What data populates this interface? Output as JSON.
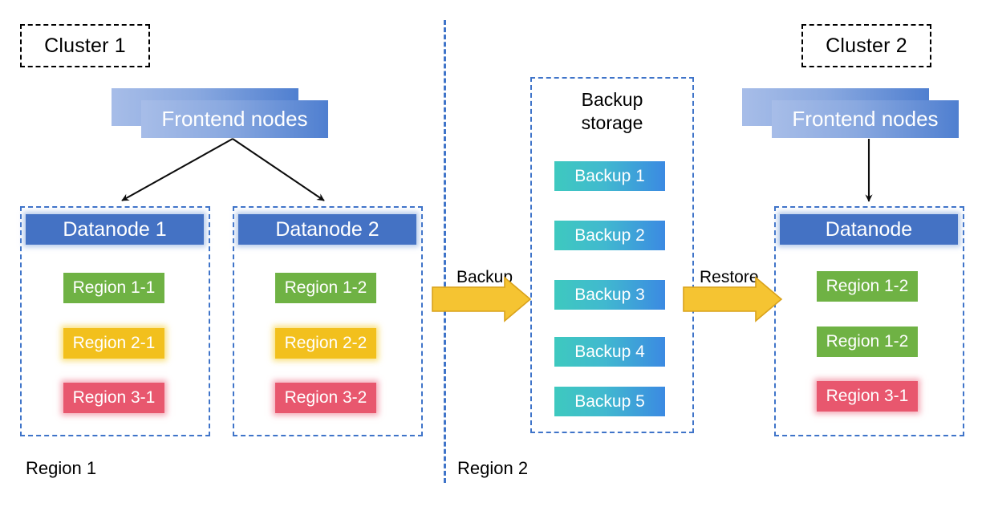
{
  "diagram": {
    "title_left": "Cluster 1",
    "title_right": "Cluster 2",
    "region_label_left": "Region 1",
    "region_label_right": "Region 2",
    "backup_storage_title": "Backup\nstorage",
    "flow_backup_label": "Backup",
    "flow_restore_label": "Restore"
  },
  "cluster1": {
    "frontend_label": "Frontend nodes",
    "datanodes": [
      {
        "name": "Datanode 1",
        "regions": [
          {
            "label": "Region 1-1",
            "color": "green"
          },
          {
            "label": "Region 2-1",
            "color": "yellow"
          },
          {
            "label": "Region 3-1",
            "color": "red"
          }
        ]
      },
      {
        "name": "Datanode 2",
        "regions": [
          {
            "label": "Region 1-2",
            "color": "green"
          },
          {
            "label": "Region 2-2",
            "color": "yellow"
          },
          {
            "label": "Region 3-2",
            "color": "red"
          }
        ]
      }
    ]
  },
  "backup_storage": {
    "items": [
      {
        "label": "Backup 1"
      },
      {
        "label": "Backup 2"
      },
      {
        "label": "Backup 3"
      },
      {
        "label": "Backup 4"
      },
      {
        "label": "Backup 5"
      }
    ]
  },
  "cluster2": {
    "frontend_label": "Frontend nodes",
    "datanode": {
      "name": "Datanode",
      "regions": [
        {
          "label": "Region 1-2",
          "color": "green"
        },
        {
          "label": "Region 1-2",
          "color": "green"
        },
        {
          "label": "Region 3-1",
          "color": "red"
        }
      ]
    }
  },
  "colors": {
    "datanode_blue": "#4472c4",
    "frontend_blue_light": "#a7bde8",
    "frontend_blue_dark": "#4f7fd0",
    "region_green": "#6fb244",
    "region_yellow": "#f2c01d",
    "region_red": "#e8576e",
    "backup_teal": "#3ec9bf",
    "backup_blue": "#3b8ae2",
    "arrow_gold": "#f5c432",
    "arrow_gold_stroke": "#d9a21b",
    "dashed_blue": "#3f74c9",
    "dashed_black": "#000000"
  }
}
